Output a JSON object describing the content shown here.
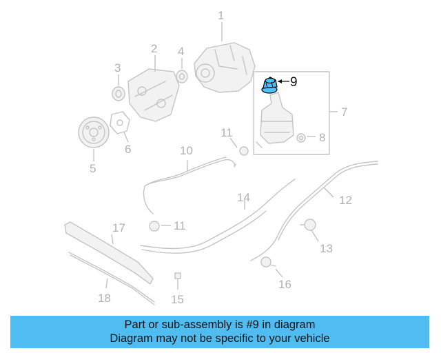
{
  "diagram": {
    "callouts": [
      "1",
      "2",
      "3",
      "4",
      "5",
      "6",
      "7",
      "8",
      "9",
      "10",
      "11",
      "11",
      "12",
      "13",
      "14",
      "15",
      "16",
      "17",
      "18"
    ],
    "highlighted_part": "9",
    "highlight_color": "#4fc3f7"
  },
  "banner": {
    "line1": "Part or sub-assembly is #9 in diagram",
    "line2": "Diagram may not be specific to your vehicle",
    "background": "#4fbdf2"
  }
}
